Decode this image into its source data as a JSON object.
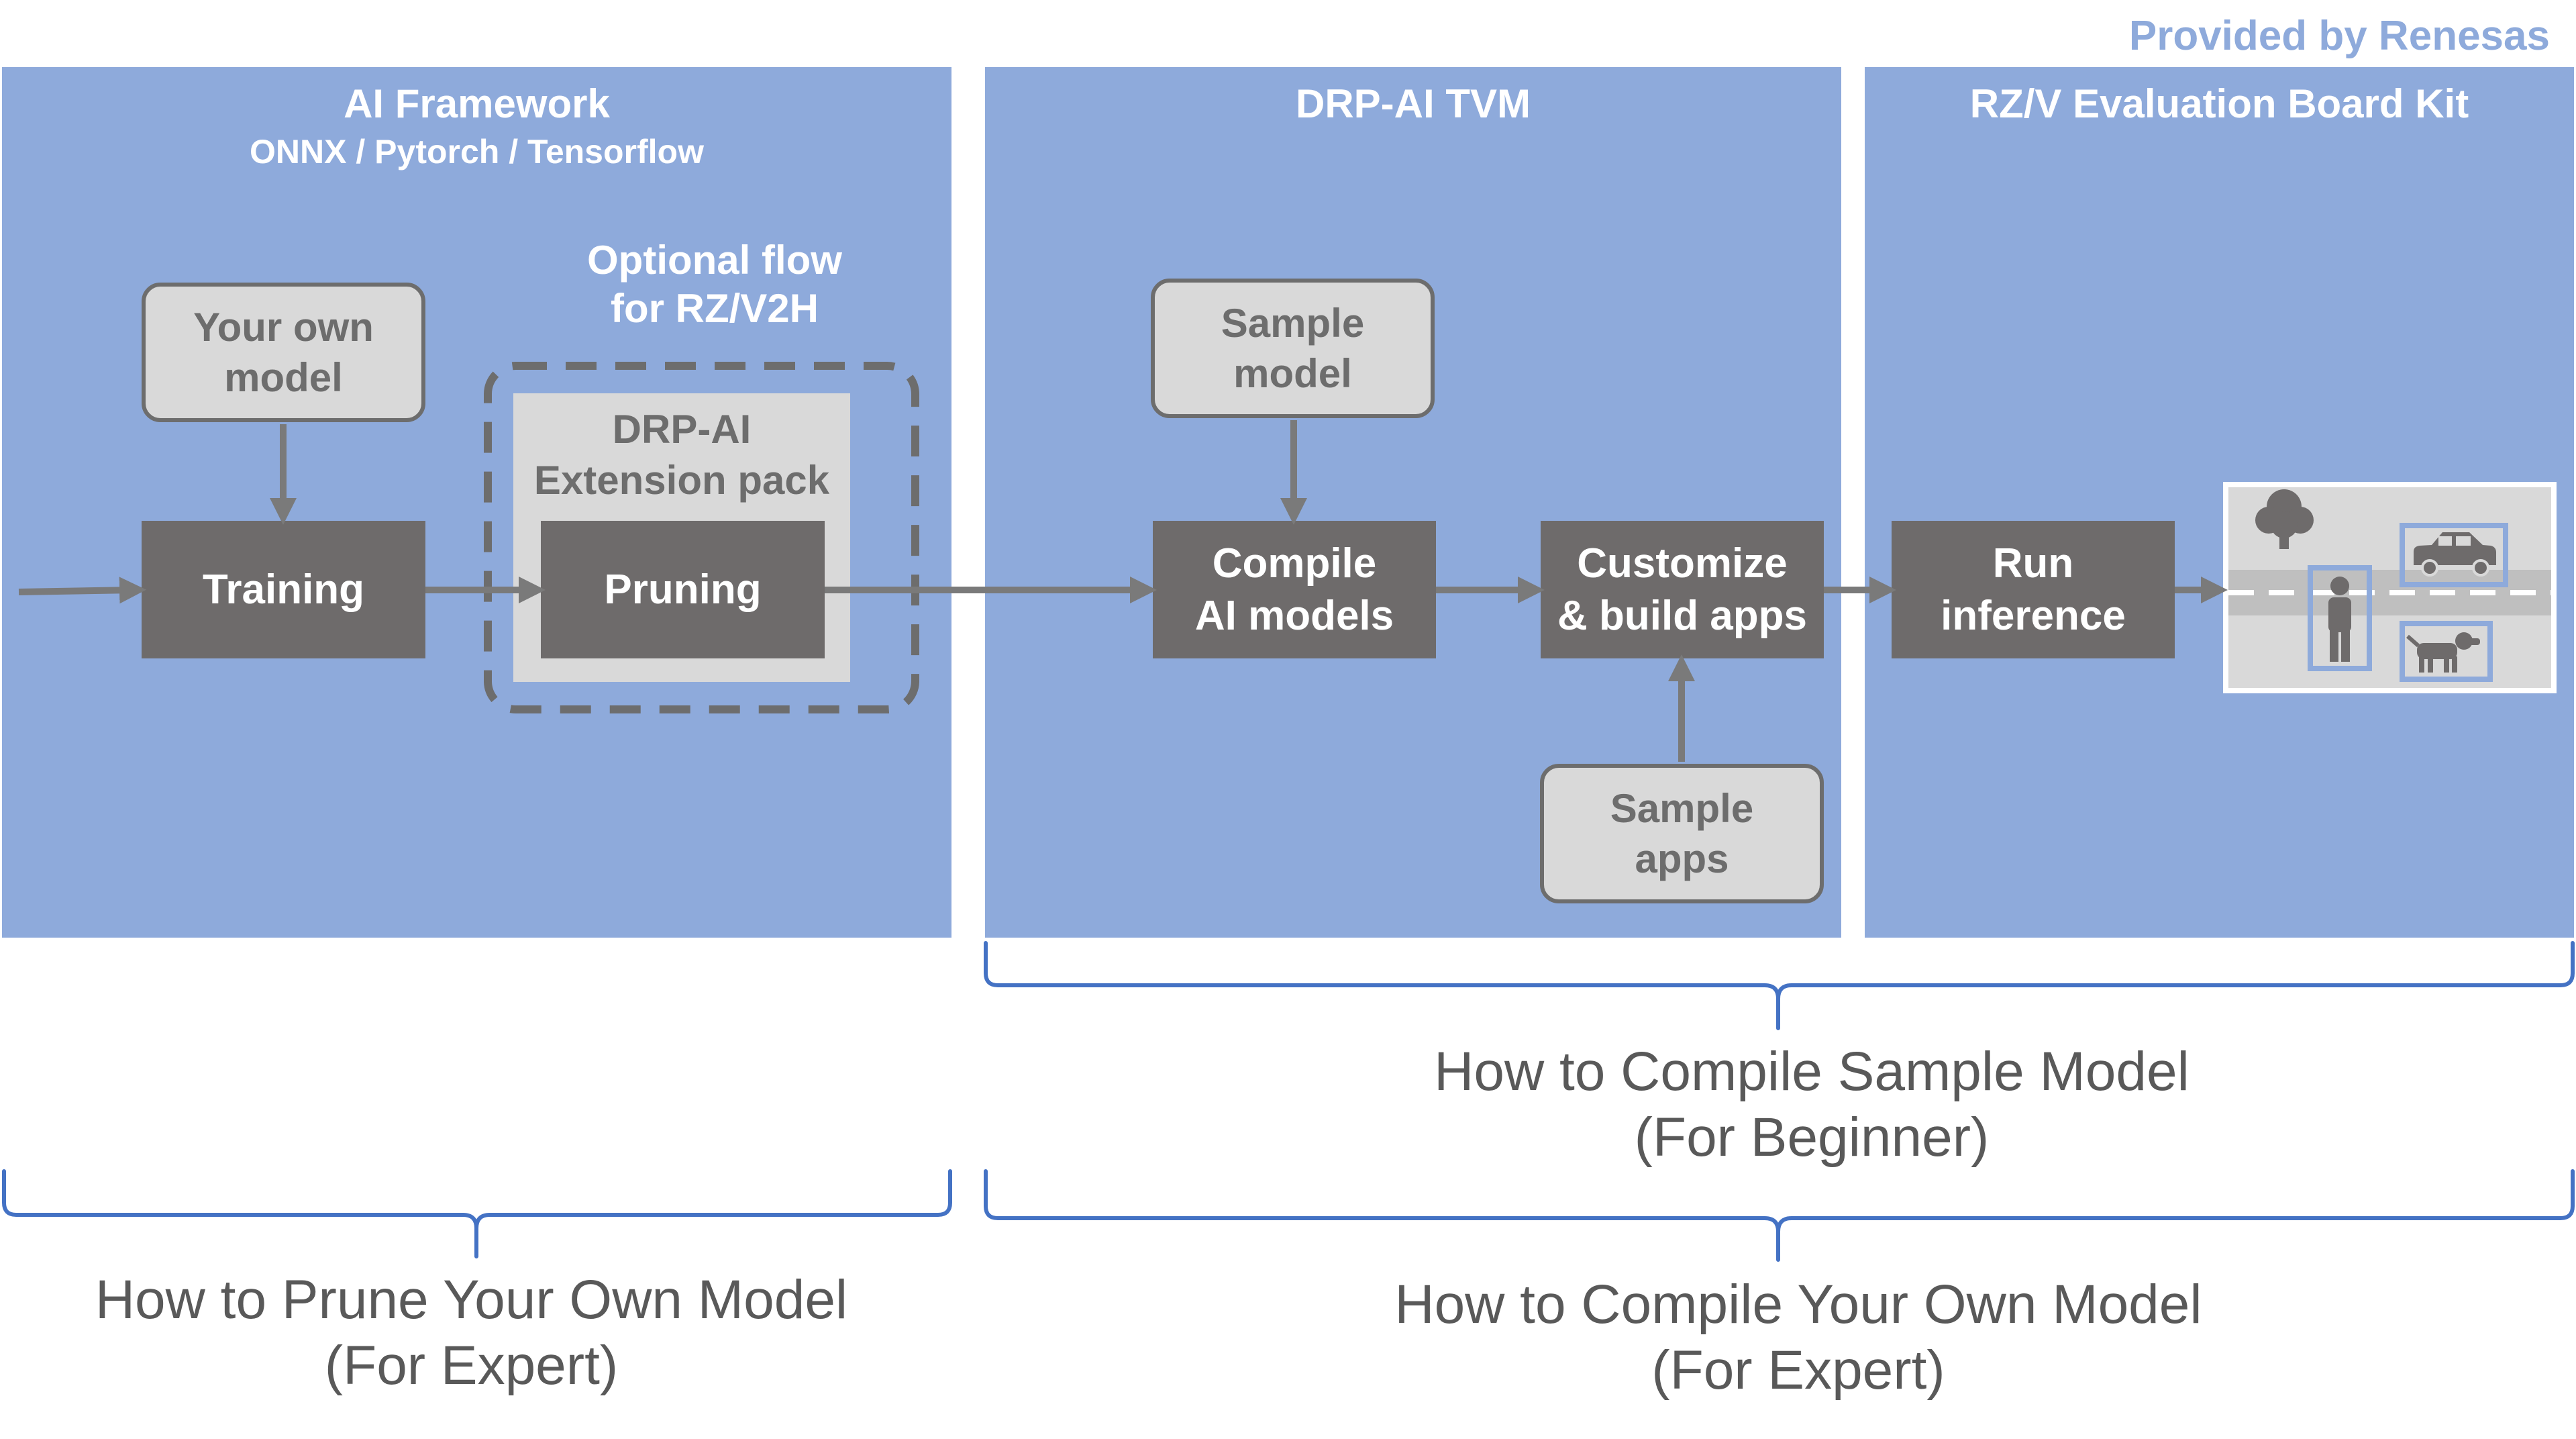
{
  "credit": "Provided by Renesas",
  "panels": {
    "ai_framework": {
      "title": "AI Framework",
      "subtitle": "ONNX / Pytorch / Tensorflow"
    },
    "drp_ai_tvm": {
      "title": "DRP-AI TVM"
    },
    "rzv_board": {
      "title": "RZ/V Evaluation Board Kit"
    }
  },
  "optional_flow": "Optional flow\nfor RZ/V2H",
  "extension_pack": "DRP-AI\nExtension pack",
  "nodes": {
    "your_own_model": "Your own\nmodel",
    "training": "Training",
    "pruning": "Pruning",
    "sample_model": "Sample\nmodel",
    "compile": "Compile\nAI models",
    "customize": "Customize\n& build apps",
    "sample_apps": "Sample\napps",
    "run_inference": "Run\ninference"
  },
  "captions": {
    "compile_sample": "How to Compile Sample Model\n(For Beginner)",
    "prune_own": "How to Prune Your Own Model\n(For Expert)",
    "compile_own": "How to Compile Your Own Model\n(For Expert)"
  },
  "colors": {
    "panel": "#8eaadb",
    "dark_node": "#6e6b6b",
    "light_node": "#d9d9d9",
    "arrow": "#7a7a7a",
    "brace": "#4472c4",
    "caption": "#595959"
  },
  "illustration_icons": [
    "tree-icon",
    "car-icon",
    "person-icon",
    "dog-icon"
  ]
}
